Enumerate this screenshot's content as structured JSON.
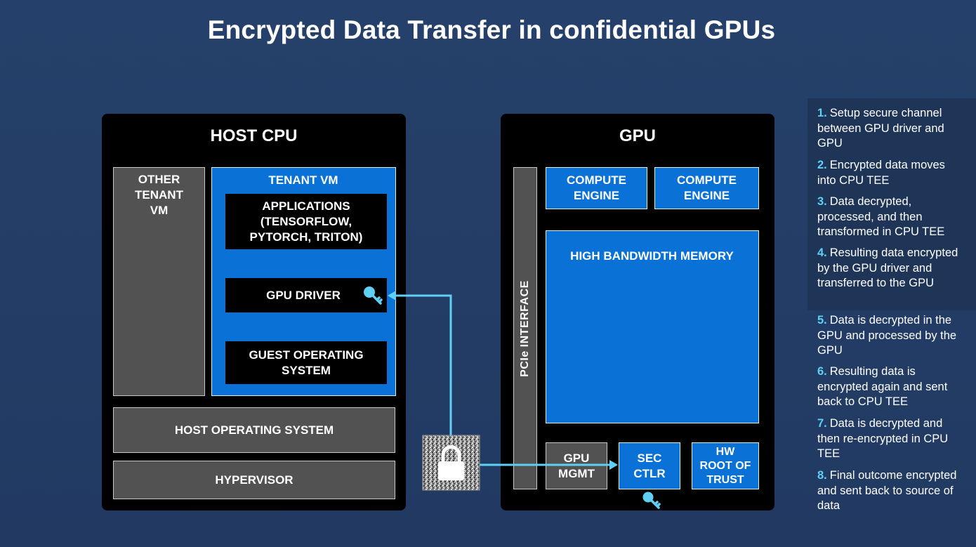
{
  "title": "Encrypted Data Transfer in confidential GPUs",
  "host_cpu": {
    "title": "HOST CPU",
    "other_tenant_vm": [
      "OTHER",
      "TENANT",
      "VM"
    ],
    "tenant_vm": {
      "title": "TENANT VM",
      "applications": [
        "APPLICATIONS",
        "(TENSORFLOW,",
        "PYTORCH, TRITON)"
      ],
      "gpu_driver": "GPU DRIVER",
      "guest_os": [
        "GUEST OPERATING",
        "SYSTEM"
      ]
    },
    "host_os": "HOST OPERATING SYSTEM",
    "hypervisor": "HYPERVISOR"
  },
  "gpu": {
    "title": "GPU",
    "pcie": "PCIe INTERFACE",
    "compute_engine_1": [
      "COMPUTE",
      "ENGINE"
    ],
    "compute_engine_2": [
      "COMPUTE",
      "ENGINE"
    ],
    "hbm": "HIGH BANDWIDTH MEMORY",
    "gpu_mgmt": [
      "GPU",
      "MGMT"
    ],
    "sec_ctlr": [
      "SEC",
      "CTLR"
    ],
    "hw_root": [
      "HW",
      "ROOT OF",
      "TRUST"
    ]
  },
  "steps": [
    {
      "num": "1.",
      "text": "Setup secure channel between GPU driver and GPU"
    },
    {
      "num": "2.",
      "text": "Encrypted data moves into CPU TEE"
    },
    {
      "num": "3.",
      "text": "Data decrypted, processed, and then transformed in CPU TEE"
    },
    {
      "num": "4.",
      "text": "Resulting data encrypted by the GPU driver and transferred to the GPU"
    },
    {
      "num": "5.",
      "text": "Data is decrypted in the GPU and processed by the GPU"
    },
    {
      "num": "6.",
      "text": "Resulting data is encrypted again and sent back to CPU TEE"
    },
    {
      "num": "7.",
      "text": "Data is decrypted and then re-encrypted in CPU TEE"
    },
    {
      "num": "8.",
      "text": "Final outcome encrypted and sent back to source of data"
    }
  ],
  "icons": {
    "key": "key-icon",
    "lock": "padlock-icon",
    "arrow": "arrow-icon"
  },
  "colors": {
    "background": "#24406a",
    "panel": "#000000",
    "blue_box": "#0a72d6",
    "gray_box": "#525252",
    "accent_cyan": "#5fd0f4"
  }
}
